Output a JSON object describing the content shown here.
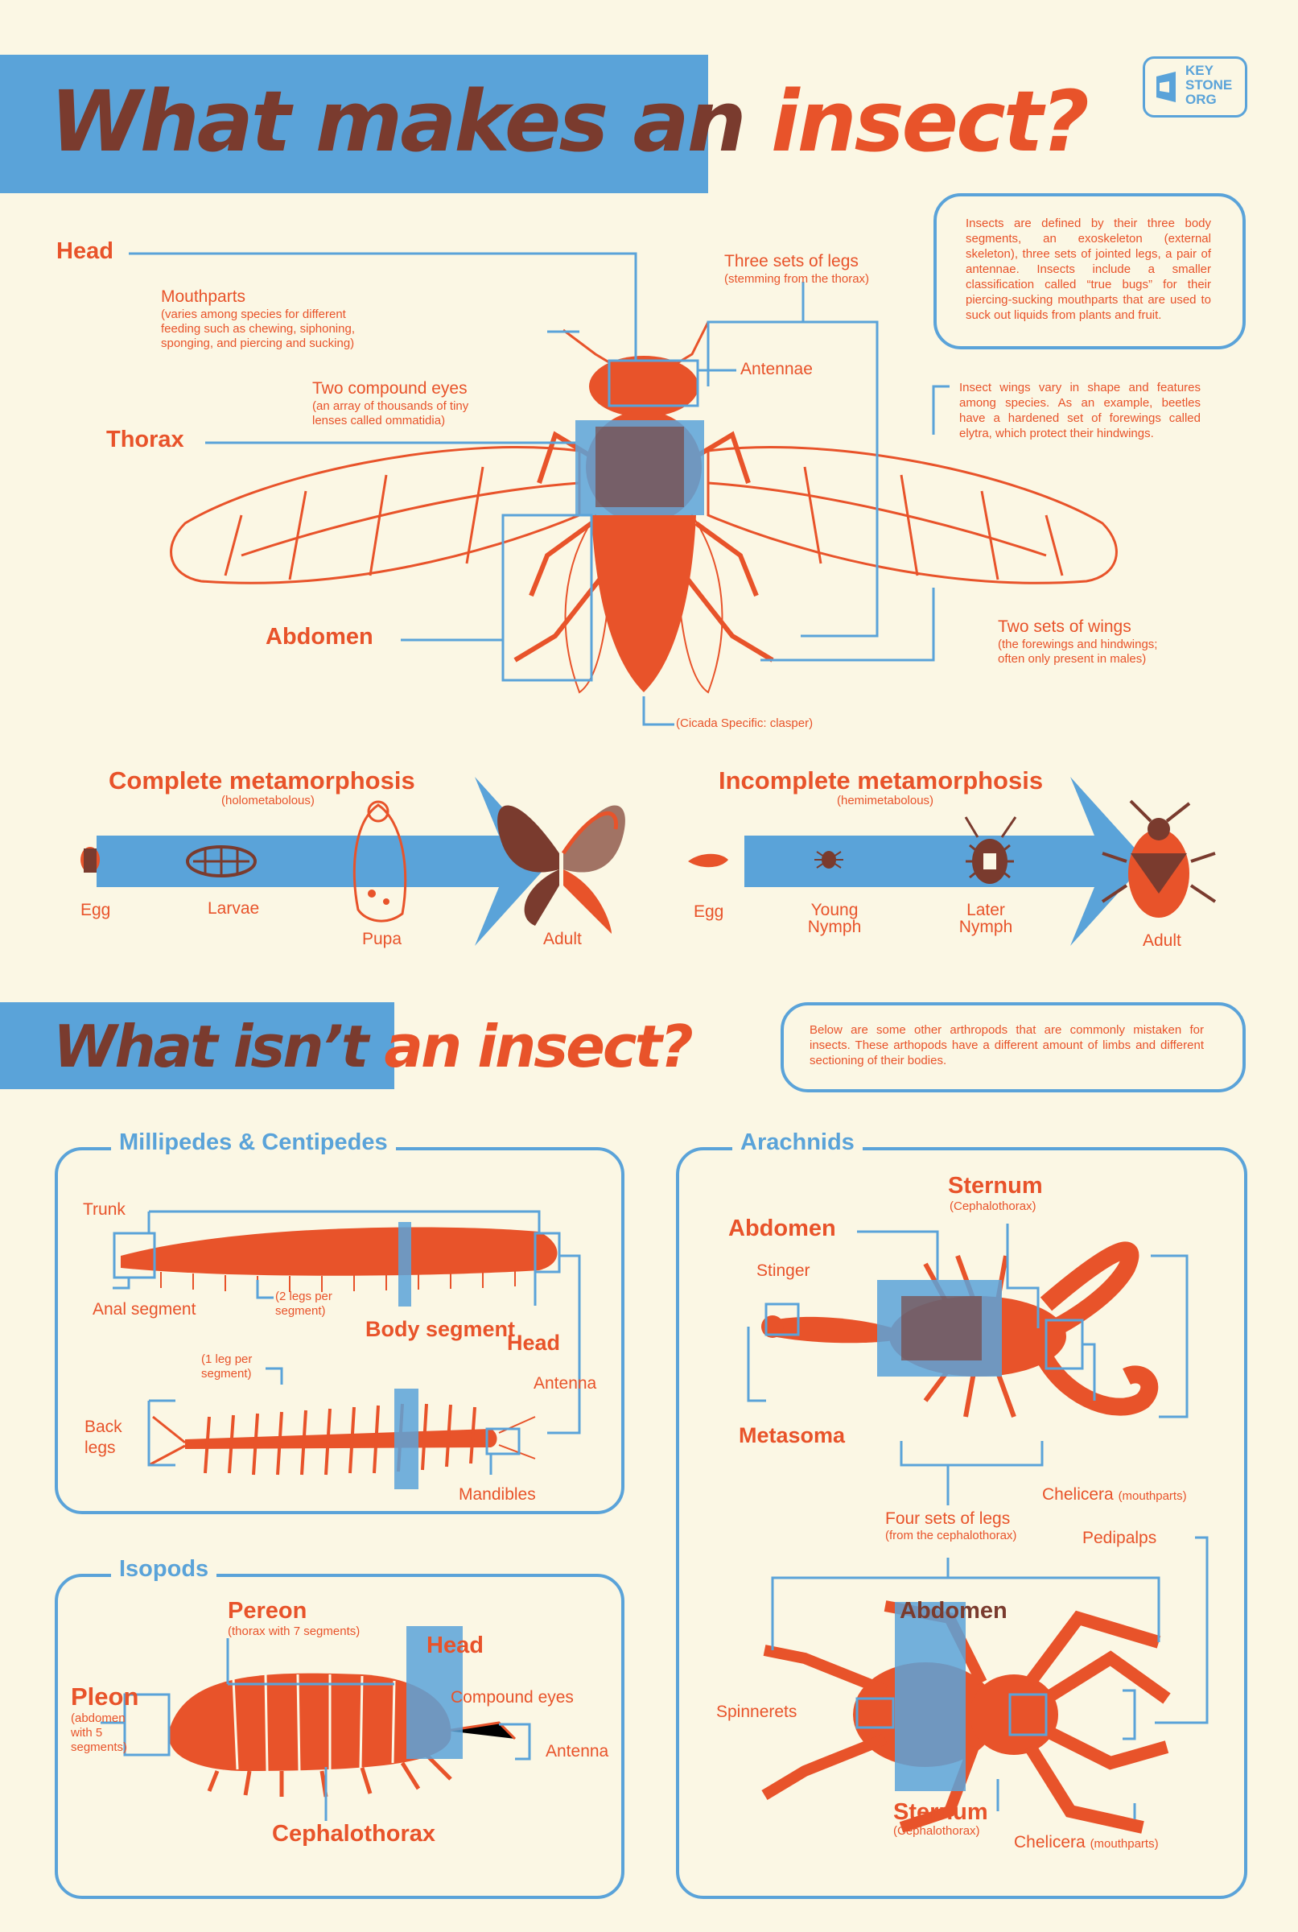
{
  "title": {
    "part1": "What makes an",
    "part2": "insect?"
  },
  "logo": {
    "line1": "KEY",
    "line2": "STONE",
    "line3": "ORG"
  },
  "intro": "Insects are defined by their three body segments, an exoskeleton (external skeleton), three sets of jointed legs, a pair of antennae. Insects include a smaller classification called “true bugs” for their piercing-sucking mouthparts that are used to suck out liquids from plants and fruit.",
  "cicada": {
    "head": "Head",
    "mouthparts": "Mouthparts",
    "mouthparts_note": "(varies among species for different feeding such as chewing, siphoning, sponging, and piercing and sucking)",
    "eyes": "Two compound eyes",
    "eyes_note": "(an array of thousands of tiny lenses called ommatidia)",
    "thorax": "Thorax",
    "abdomen": "Abdomen",
    "legs": "Three sets of legs",
    "legs_note": "(stemming from the thorax)",
    "antennae": "Antennae",
    "wing_note": "Insect wings vary in shape and features among species. As an example, beetles have a hardened set of forewings called elytra, which protect their hindwings.",
    "wings": "Two sets of wings",
    "wings_note": "(the forewings and hindwings; often only present in males)",
    "clasper": "(Cicada Specific: clasper)"
  },
  "complete": {
    "title": "Complete metamorphosis",
    "sub": "(holometabolous)",
    "stages": [
      "Egg",
      "Larvae",
      "Pupa",
      "Adult"
    ]
  },
  "incomplete": {
    "title": "Incomplete metamorphosis",
    "sub": "(hemimetabolous)",
    "stages": [
      "Egg",
      "Young Nymph",
      "Later Nymph",
      "Adult"
    ]
  },
  "title2": {
    "part1": "What isn’t",
    "part2": "an insect?"
  },
  "intro2": "Below are some other arthropods that are commonly mistaken for insects. These arthopods have a different amount of limbs and different sectioning of their bodies.",
  "millipedes": {
    "title": "Millipedes & Centipedes",
    "trunk": "Trunk",
    "anal": "Anal segment",
    "legs2": "(2 legs per segment)",
    "body": "Body segment",
    "head": "Head",
    "legs1": "(1 leg per segment)",
    "antenna": "Antenna",
    "back_legs": "Back legs",
    "mandibles": "Mandibles"
  },
  "isopods": {
    "title": "Isopods",
    "pereon": "Pereon",
    "pereon_note": "(thorax with 7 segments)",
    "head": "Head",
    "pleon": "Pleon",
    "pleon_note": "(abdomen with 5 segments)",
    "eyes": "Compound eyes",
    "antenna": "Antenna",
    "cephalothorax": "Cephalothorax"
  },
  "arachnids": {
    "title": "Arachnids",
    "sternum": "Sternum",
    "sternum_note": "(Cephalothorax)",
    "abdomen": "Abdomen",
    "stinger": "Stinger",
    "metasoma": "Metasoma",
    "chelicera": "Chelicera",
    "chelicera_note": "(mouthparts)",
    "legs": "Four sets of legs",
    "legs_note": "(from the cephalothorax)",
    "pedipalps": "Pedipalps",
    "abdomen2": "Abdomen",
    "spinnerets": "Spinnerets",
    "sternum2": "Sternum",
    "sternum2_note": "(Cephalothorax)",
    "chelicera2": "Chelicera",
    "chelicera2_note": "(mouthparts)"
  },
  "colors": {
    "blue": "#5aa3d9",
    "orange": "#e8532a",
    "brown": "#7a3b2e",
    "background": "#fbf7e4"
  }
}
